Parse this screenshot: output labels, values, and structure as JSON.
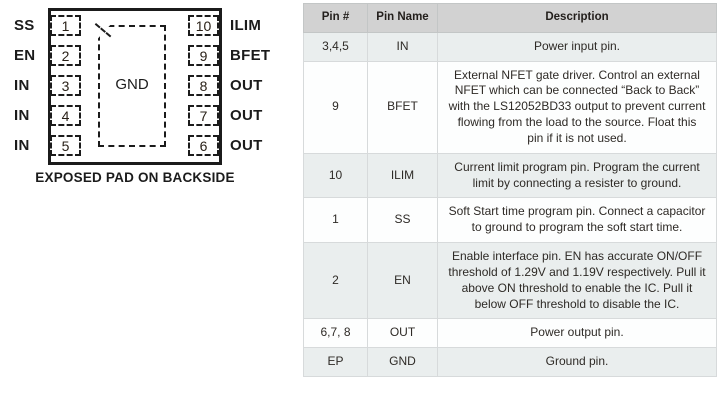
{
  "diagram": {
    "title": "pin-configuration-diagram",
    "gnd_pad_label": "GND",
    "caption": "EXPOSED PAD ON BACKSIDE",
    "left_pins": [
      {
        "number": "1",
        "label": "SS"
      },
      {
        "number": "2",
        "label": "EN"
      },
      {
        "number": "3",
        "label": "IN"
      },
      {
        "number": "4",
        "label": "IN"
      },
      {
        "number": "5",
        "label": "IN"
      }
    ],
    "right_pins": [
      {
        "number": "10",
        "label": "ILIM"
      },
      {
        "number": "9",
        "label": "BFET"
      },
      {
        "number": "8",
        "label": "OUT"
      },
      {
        "number": "7",
        "label": "OUT"
      },
      {
        "number": "6",
        "label": "OUT"
      }
    ]
  },
  "table": {
    "headers": {
      "pin_number": "Pin #",
      "pin_name": "Pin Name",
      "description": "Description"
    },
    "rows": [
      {
        "pin_number": "3,4,5",
        "pin_name": "IN",
        "description": "Power input pin."
      },
      {
        "pin_number": "9",
        "pin_name": "BFET",
        "description": "External NFET gate driver. Control an external NFET which can be connected “Back to Back” with the LS12052BD33 output to prevent current flowing from the load to the source. Float this pin if it is not used."
      },
      {
        "pin_number": "10",
        "pin_name": "ILIM",
        "description": "Current limit program pin. Program the current limit by connecting a resister to ground."
      },
      {
        "pin_number": "1",
        "pin_name": "SS",
        "description": "Soft Start time program pin. Connect a capacitor to ground to program the soft start time."
      },
      {
        "pin_number": "2",
        "pin_name": "EN",
        "description": "Enable interface pin. EN has accurate ON/OFF threshold of 1.29V and 1.19V respectively. Pull it above ON threshold to enable the IC. Pull it below OFF threshold to disable the IC."
      },
      {
        "pin_number": "6,7, 8",
        "pin_name": "OUT",
        "description": "Power output pin."
      },
      {
        "pin_number": "EP",
        "pin_name": "GND",
        "description": "Ground pin."
      }
    ]
  },
  "colors": {
    "header_background": "#d2d2d2",
    "row_shade": "#eaeeee",
    "row_plain": "#fdfefe",
    "border": "#d7dadb",
    "ink": "#1b1b1b"
  }
}
